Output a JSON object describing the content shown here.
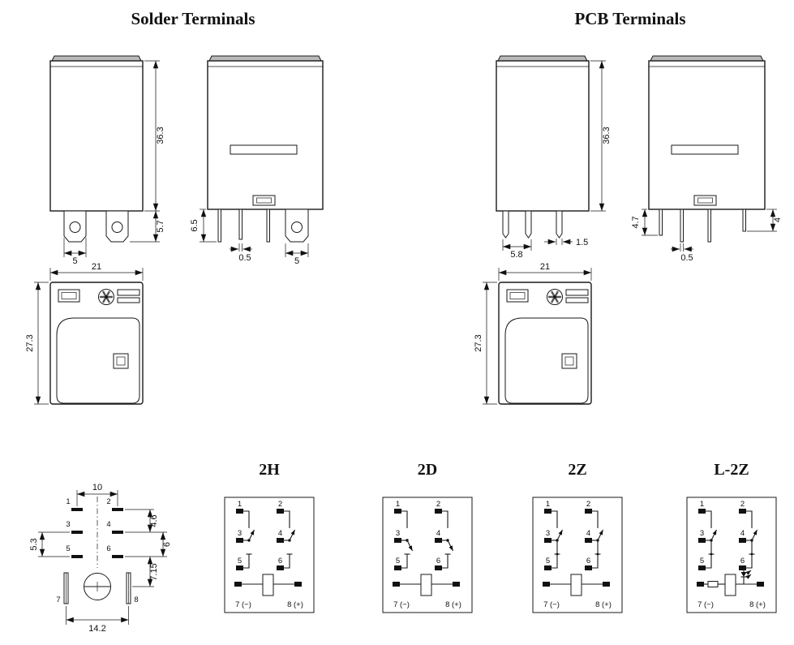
{
  "titles": {
    "solder": "Solder Terminals",
    "pcb": "PCB Terminals"
  },
  "solder": {
    "front": {
      "body_height": "36.3",
      "terminal_length": "5.7",
      "terminal_width": "5"
    },
    "side": {
      "terminal_length": "6.5",
      "terminal_thickness": "0.5",
      "terminal_width": "5"
    },
    "top": {
      "width": "21",
      "depth": "27.3"
    }
  },
  "pcb": {
    "front": {
      "body_height": "36.3",
      "pin_spacing": "5.8",
      "pin_width": "1.5"
    },
    "side": {
      "pin_length": "4.7",
      "pin_thickness": "0.5",
      "pin_length_short": "4"
    },
    "top": {
      "width": "21",
      "depth": "27.3"
    }
  },
  "bottom_view": {
    "pins": [
      "1",
      "2",
      "3",
      "4",
      "5",
      "6",
      "7",
      "8"
    ],
    "dims": {
      "pin_pitch": "10",
      "left_offset": "5.3",
      "row_gap_a": "4.6",
      "row_gap_b": "6",
      "row_gap_c": "7.15",
      "blade_span": "14.2"
    }
  },
  "schematics": {
    "pins": [
      "1",
      "2",
      "3",
      "4",
      "5",
      "6"
    ],
    "coil_negative": "7 (−)",
    "coil_positive": "8 (+)",
    "variants": [
      {
        "label": "2H"
      },
      {
        "label": "2D"
      },
      {
        "label": "2Z"
      },
      {
        "label": "L-2Z"
      }
    ]
  }
}
